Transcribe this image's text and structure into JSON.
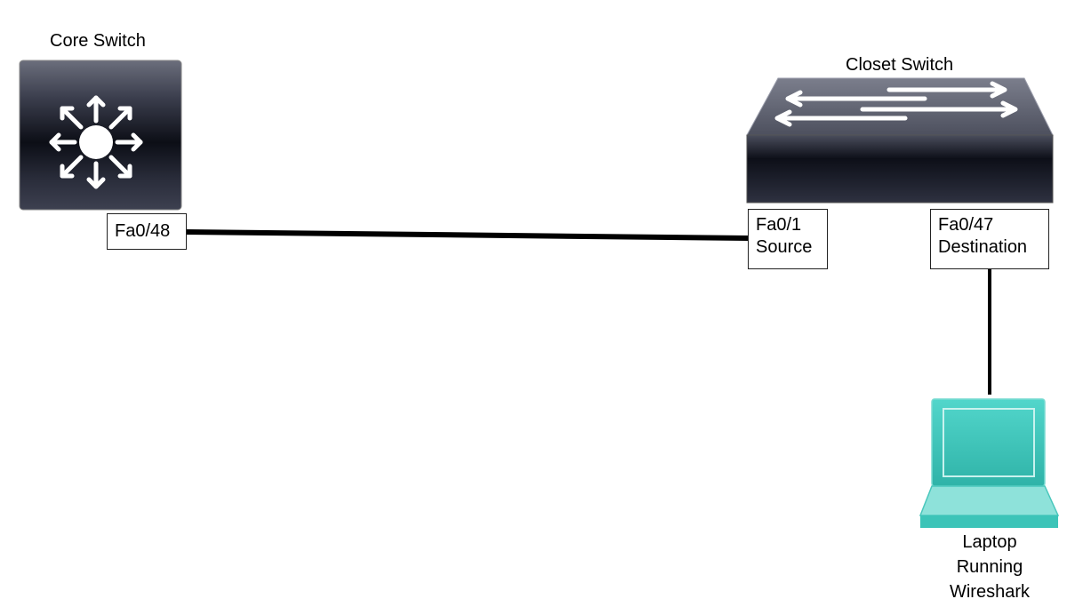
{
  "devices": {
    "core_switch": {
      "label": "Core Switch",
      "port": "Fa0/48"
    },
    "closet_switch": {
      "label": "Closet Switch",
      "source_port": {
        "name": "Fa0/1",
        "role": "Source"
      },
      "destination_port": {
        "name": "Fa0/47",
        "role": "Destination"
      }
    },
    "laptop": {
      "label_lines": [
        "Laptop",
        "Running",
        "Wireshark"
      ]
    }
  },
  "colors": {
    "device_dark": "#1c1f2a",
    "device_top": "#5a5d6b",
    "laptop_teal": "#3ec9bd",
    "link": "#000000"
  },
  "icons": {
    "core_switch": "layer3-switch-icon",
    "closet_switch": "workgroup-switch-icon",
    "laptop": "laptop-icon"
  }
}
